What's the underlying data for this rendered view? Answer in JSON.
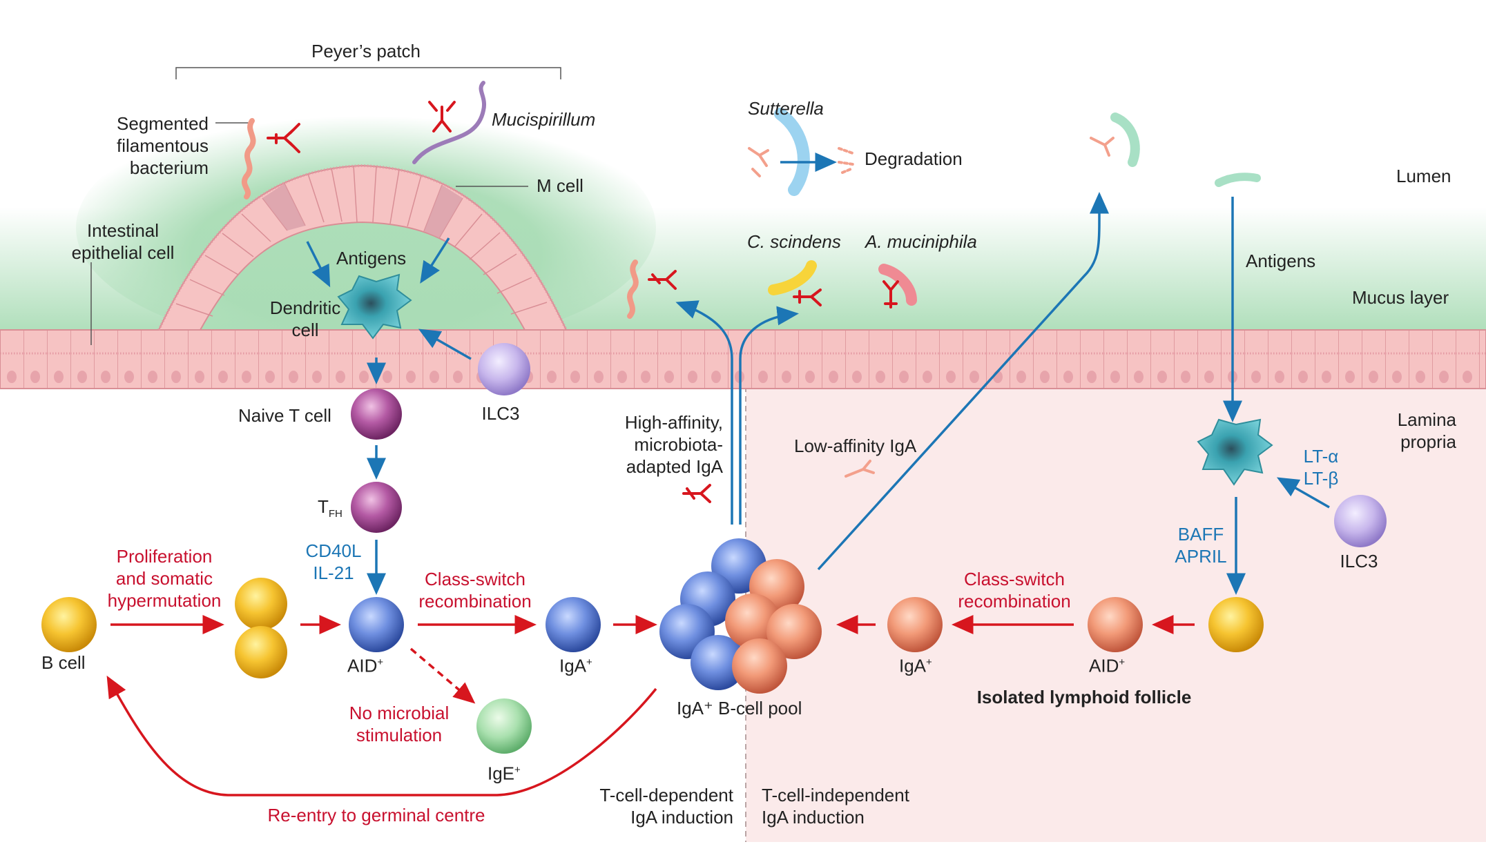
{
  "colors": {
    "arrow_red": "#d7161e",
    "arrow_blue": "#1c76b5",
    "epithelium": "#f6c3c3",
    "mucus": "#a9dcb5",
    "lamina_propria": "#fbeaea"
  },
  "labels": {
    "peyers_patch": "Peyer’s patch",
    "sfb": "Segmented\nfilamentous\nbacterium",
    "mucispirillum": "Mucispirillum",
    "m_cell": "M cell",
    "iec": "Intestinal\nepithelial cell",
    "antigens_left": "Antigens",
    "dendritic_cell": "Dendritic\ncell",
    "ilc3_left": "ILC3",
    "naive_t": "Naive T cell",
    "tfh_main": "T",
    "tfh_sub": "FH",
    "cd40l": "CD40L\nIL-21",
    "prolif": "Proliferation\nand somatic\nhypermutation",
    "b_cell": "B cell",
    "aid_left": "AID",
    "csr_left": "Class-switch\nrecombination",
    "iga_left": "IgA",
    "no_microbial": "No microbial\nstimulation",
    "ige": "IgE",
    "reentry": "Re-entry to germinal centre",
    "t_dep": "T-cell-dependent\nIgA induction",
    "t_indep": "T-cell-independent\nIgA induction",
    "pool": "IgA⁺ B-cell pool",
    "high_aff": "High-affinity,\nmicrobiota-\nadapted IgA",
    "low_aff": "Low-affinity IgA",
    "sutterella": "Sutterella",
    "degradation": "Degradation",
    "c_scindens": "C. scindens",
    "a_muc": "A. muciniphila",
    "lumen": "Lumen",
    "mucus_layer": "Mucus layer",
    "lamina": "Lamina\npropria",
    "antigens_right": "Antigens",
    "lt": "LT-α\nLT-β",
    "baff": "BAFF\nAPRIL",
    "ilc3_right": "ILC3",
    "csr_right": "Class-switch\nrecombination",
    "aid_right": "AID",
    "iga_right": "IgA",
    "ilf": "Isolated lymphoid follicle",
    "sup_plus": "+"
  }
}
